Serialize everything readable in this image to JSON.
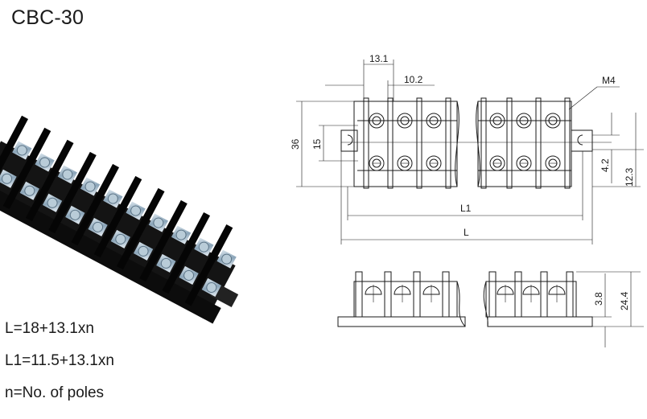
{
  "title": "CBC-30",
  "formulas": [
    "L=18+13.1xn",
    "L1=11.5+13.1xn",
    "n=No. of poles"
  ],
  "dimensions": {
    "pitch": "13.1",
    "barrier_gap": "10.2",
    "screw": "M4",
    "height_total": "36",
    "height_inner": "15",
    "l1": "L1",
    "l": "L",
    "mount_a": "4.2",
    "mount_b": "12.3",
    "side_a": "3.8",
    "side_b": "24.4"
  }
}
